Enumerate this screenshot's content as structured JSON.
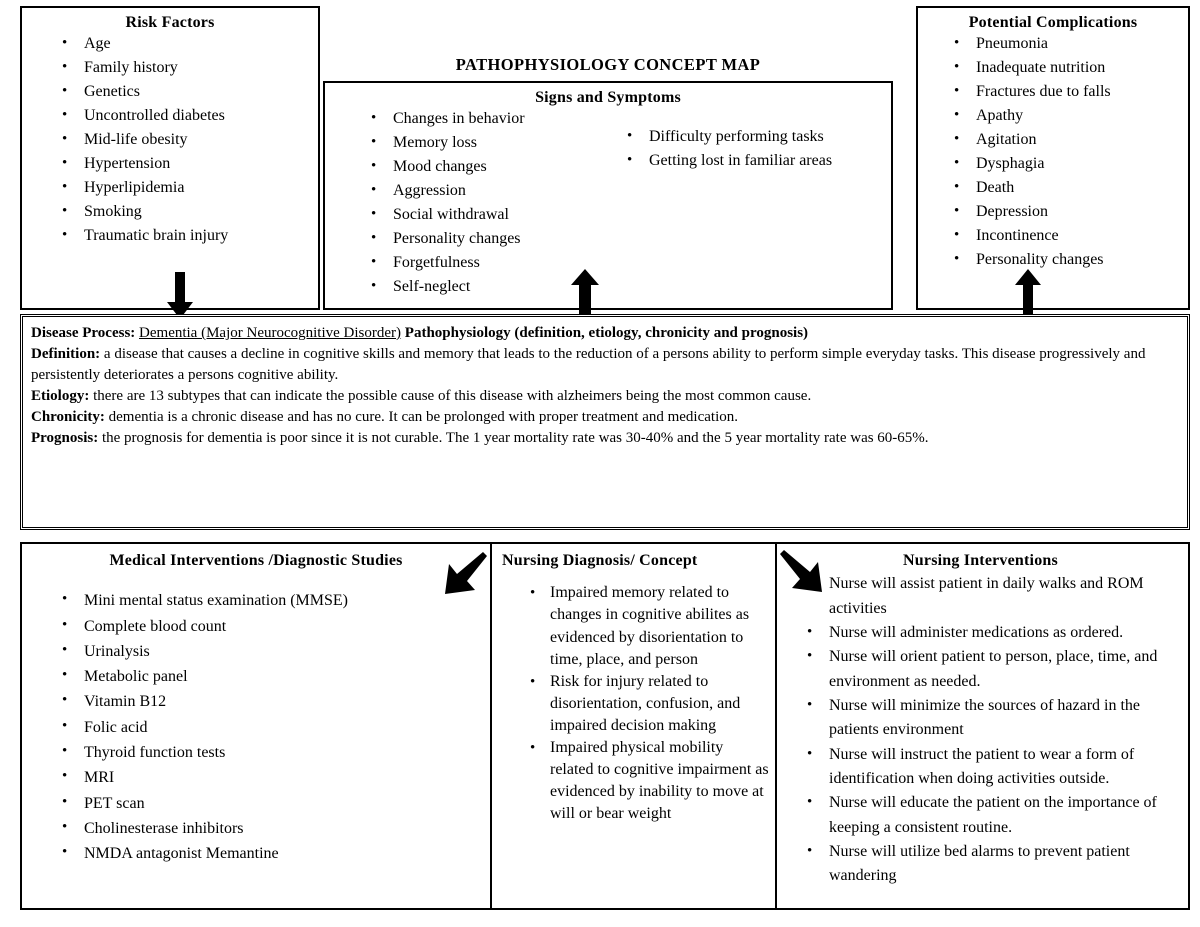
{
  "title": "PATHOPHYSIOLOGY CONCEPT MAP",
  "risk_factors": {
    "title": "Risk Factors",
    "items": [
      "Age",
      "Family history",
      "Genetics",
      "Uncontrolled diabetes",
      "Mid-life obesity",
      "Hypertension",
      "Hyperlipidemia",
      "Smoking",
      "Traumatic brain injury"
    ]
  },
  "signs_symptoms": {
    "title": "Signs and Symptoms",
    "items_left": [
      "Changes in behavior",
      "Memory loss",
      "Mood changes",
      "Aggression",
      "Social withdrawal",
      "Personality changes",
      "Forgetfulness",
      "Self-neglect"
    ],
    "items_right": [
      "Difficulty performing tasks",
      "Getting lost in familiar areas"
    ]
  },
  "potential_complications": {
    "title": "Potential Complications",
    "items": [
      "Pneumonia",
      "Inadequate nutrition",
      "Fractures due to falls",
      "Apathy",
      "Agitation",
      "Dysphagia",
      "Death",
      "Depression",
      "Incontinence",
      "Personality changes"
    ]
  },
  "disease_process": {
    "heading_label": "Disease Process:",
    "heading_disease": "Dementia (Major Neurocognitive Disorder)",
    "heading_suffix": "Pathophysiology (definition, etiology, chronicity and prognosis)",
    "definition_label": "Definition:",
    "definition_text": "a disease that causes a decline in cognitive skills and memory that leads to the reduction of a persons ability to perform simple everyday tasks. This disease progressively and persistently deteriorates a persons cognitive ability.",
    "etiology_label": "Etiology:",
    "etiology_text": "there are 13 subtypes that can indicate the possible cause of this disease with alzheimers being the most common cause.",
    "chronicity_label": "Chronicity:",
    "chronicity_text": "dementia is a chronic disease and has no cure. It can be prolonged with proper treatment and medication.",
    "prognosis_label": "Prognosis:",
    "prognosis_text": "the prognosis for dementia is poor since it is not curable. The 1 year mortality rate was 30-40% and the 5 year mortality rate was 60-65%."
  },
  "medical_interventions": {
    "title": "Medical Interventions /Diagnostic Studies",
    "items": [
      "Mini mental status examination (MMSE)",
      "Complete blood count",
      "Urinalysis",
      "Metabolic panel",
      "Vitamin B12",
      "Folic acid",
      "Thyroid function tests",
      "MRI",
      "PET scan",
      "Cholinesterase inhibitors",
      "NMDA antagonist Memantine"
    ]
  },
  "nursing_diagnosis": {
    "title": "Nursing Diagnosis/ Concept",
    "items": [
      "Impaired memory related to changes in cognitive abilites as evidenced by disorientation to time, place, and person",
      "Risk for injury related to disorientation, confusion, and impaired decision making",
      "Impaired physical mobility related to cognitive impairment as evidenced by inability to move at will or bear weight"
    ]
  },
  "nursing_interventions": {
    "title": "Nursing Interventions",
    "items": [
      "Nurse will assist patient in daily walks and ROM activities",
      "Nurse will administer medications as ordered.",
      "Nurse will orient patient to person, place, time, and environment as needed.",
      "Nurse will minimize the sources of hazard in the patients environment",
      "Nurse will instruct the patient to wear a form of identification when doing activities outside.",
      "Nurse will educate the patient on the importance of keeping a consistent routine.",
      "Nurse will utilize bed alarms to prevent patient wandering"
    ]
  },
  "arrows": [
    {
      "name": "risk-factors-to-disease-process",
      "direction": "down"
    },
    {
      "name": "signs-symptoms-to-disease-process",
      "direction": "up"
    },
    {
      "name": "complications-to-disease-process",
      "direction": "up"
    },
    {
      "name": "disease-process-to-medical-interventions",
      "direction": "down-left"
    },
    {
      "name": "disease-process-to-nursing-interventions",
      "direction": "down-right"
    }
  ],
  "colors": {
    "border": "#000000",
    "text": "#000000",
    "background": "#ffffff"
  }
}
